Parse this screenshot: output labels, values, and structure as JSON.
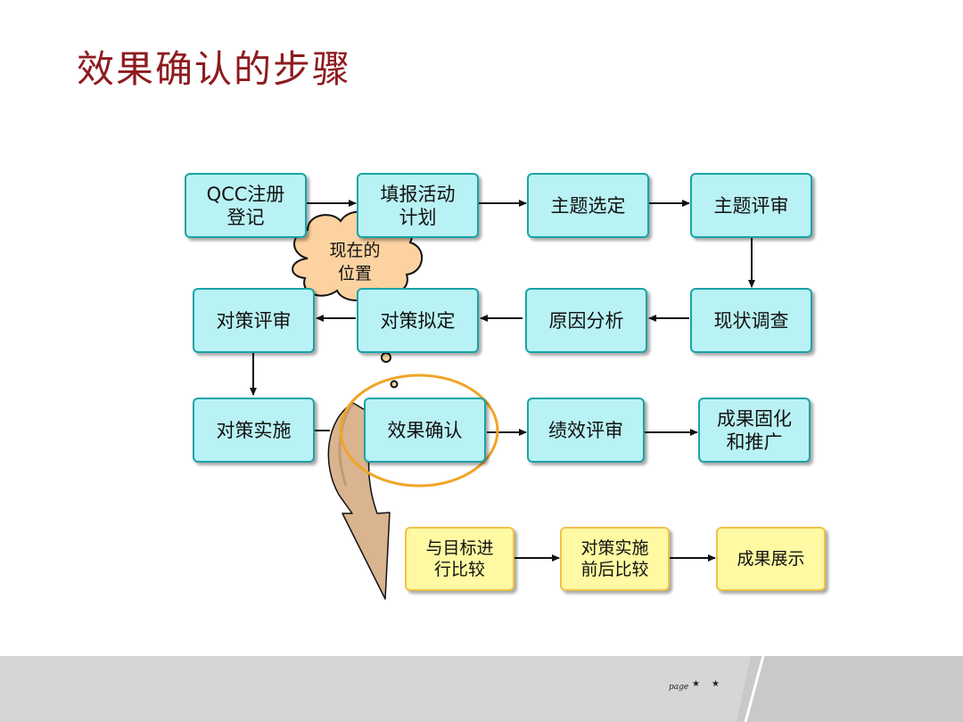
{
  "title": "效果确认的步骤",
  "flow": {
    "row1": [
      "QCC注册\n登记",
      "填报活动\n计划",
      "主题选定",
      "主题评审"
    ],
    "row2": [
      "对策评审",
      "对策拟定",
      "原因分析",
      "现状调查"
    ],
    "row3": [
      "对策实施",
      "效果确认",
      "绩效评审",
      "成果固化\n和推广"
    ]
  },
  "callout": "现在的\n位置",
  "sub_steps": [
    "与目标进\n行比较",
    "对策实施\n前后比较",
    "成果展示"
  ],
  "footer": {
    "page_mark": "page"
  },
  "colors": {
    "title": "#8e1b1f",
    "box_fill": "#b9f2f4",
    "box_border": "#1aa3a8",
    "sub_fill": "#fef9a2",
    "sub_border": "#f0c24a",
    "highlight_ellipse": "#f0a526",
    "curved_arrow": "#d9b48f"
  },
  "icons": [
    "thought-cloud",
    "curved-down-arrow",
    "highlight-ellipse",
    "star-icon"
  ]
}
